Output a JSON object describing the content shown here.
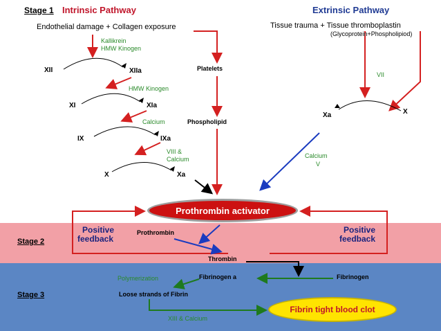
{
  "stage1": {
    "label": "Stage 1",
    "intrinsic_title": "Intrinsic Pathway",
    "extrinsic_title": "Extrinsic Pathway"
  },
  "intrinsic": {
    "trigger": "Endothelial damage + Collagen exposure",
    "kallikrein": "Kallikrein",
    "hmw_kinogen_1": "HMW Kinogen",
    "xii": "XII",
    "xiia": "XIIa",
    "hmw_kinogen_2": "HMW Kinogen",
    "xi": "XI",
    "xia": "XIa",
    "calcium": "Calcium",
    "ix": "IX",
    "ixa": "IXa",
    "viii_calcium": [
      "VIII &",
      "Calcium"
    ],
    "x": "X",
    "xa": "Xa",
    "platelets": "Platelets",
    "phospholipid": "Phospholipid"
  },
  "extrinsic": {
    "trigger": "Tissue trauma + Tissue thromboplastin",
    "trigger_sub": "(Glycoprotein+Phospholipiod)",
    "vii": "VII",
    "xa": "Xa",
    "x": "X",
    "calcium": "Calcium",
    "v": "V"
  },
  "prothrombin_activator": "Prothrombin activator",
  "stage2": {
    "label": "Stage 2",
    "positive_feedback_left": [
      "Positive",
      "feedback"
    ],
    "positive_feedback_right": [
      "Positive",
      "feedback"
    ],
    "prothrombin": "Prothrombin",
    "thrombin": "Thrombin"
  },
  "stage3": {
    "label": "Stage 3",
    "polymerization": "Polymerization",
    "fibrinogen_a": "Fibrinogen a",
    "fibrinogen": "Fibrinogen",
    "loose_strands": "Loose strands of Fibrin",
    "xiii_calcium": "XIII & Calcium",
    "fibrin_clot": "Fibrin tight blood clot"
  },
  "colors": {
    "red": "#c0152a",
    "navy": "#1f3a93",
    "green": "#2a8a2a",
    "pink_band": "#f2a0a6",
    "blue_band": "#5b86c4",
    "yellow": "#ffe400"
  }
}
